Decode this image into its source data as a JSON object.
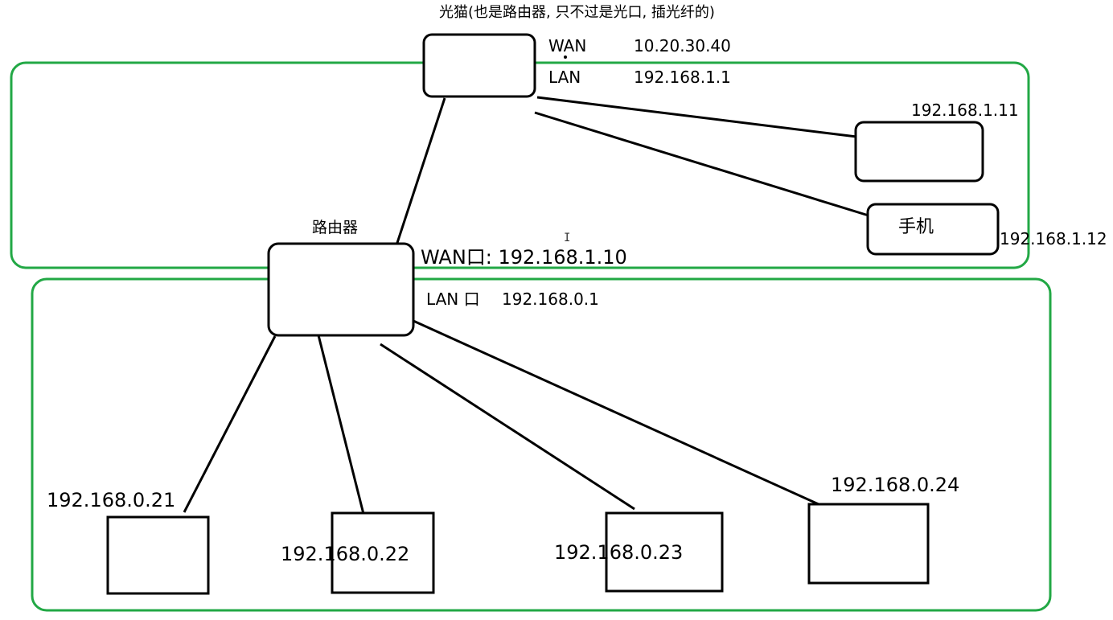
{
  "colors": {
    "background": "#ffffff",
    "zone_outline": "#22a845",
    "stroke": "#000000"
  },
  "modem": {
    "title": "光猫(也是路由器, 只不过是光口, 插光纤的)",
    "wan_label": "WAN",
    "wan_ip": "10.20.30.40",
    "lan_label": "LAN",
    "lan_ip": "192.168.1.1"
  },
  "upper_devices": {
    "device_1_ip": "192.168.1.11",
    "phone_label": "手机",
    "phone_ip": "192.168.1.12"
  },
  "router": {
    "title": "路由器",
    "wan_text": "WAN口: 192.168.1.10",
    "lan_label": "LAN 口",
    "lan_ip": "192.168.0.1"
  },
  "lower_devices": [
    {
      "ip": "192.168.0.21"
    },
    {
      "ip": "192.168.0.22"
    },
    {
      "ip": "192.168.0.23"
    },
    {
      "ip": "192.168.0.24"
    }
  ],
  "cursor_glyph": "I"
}
